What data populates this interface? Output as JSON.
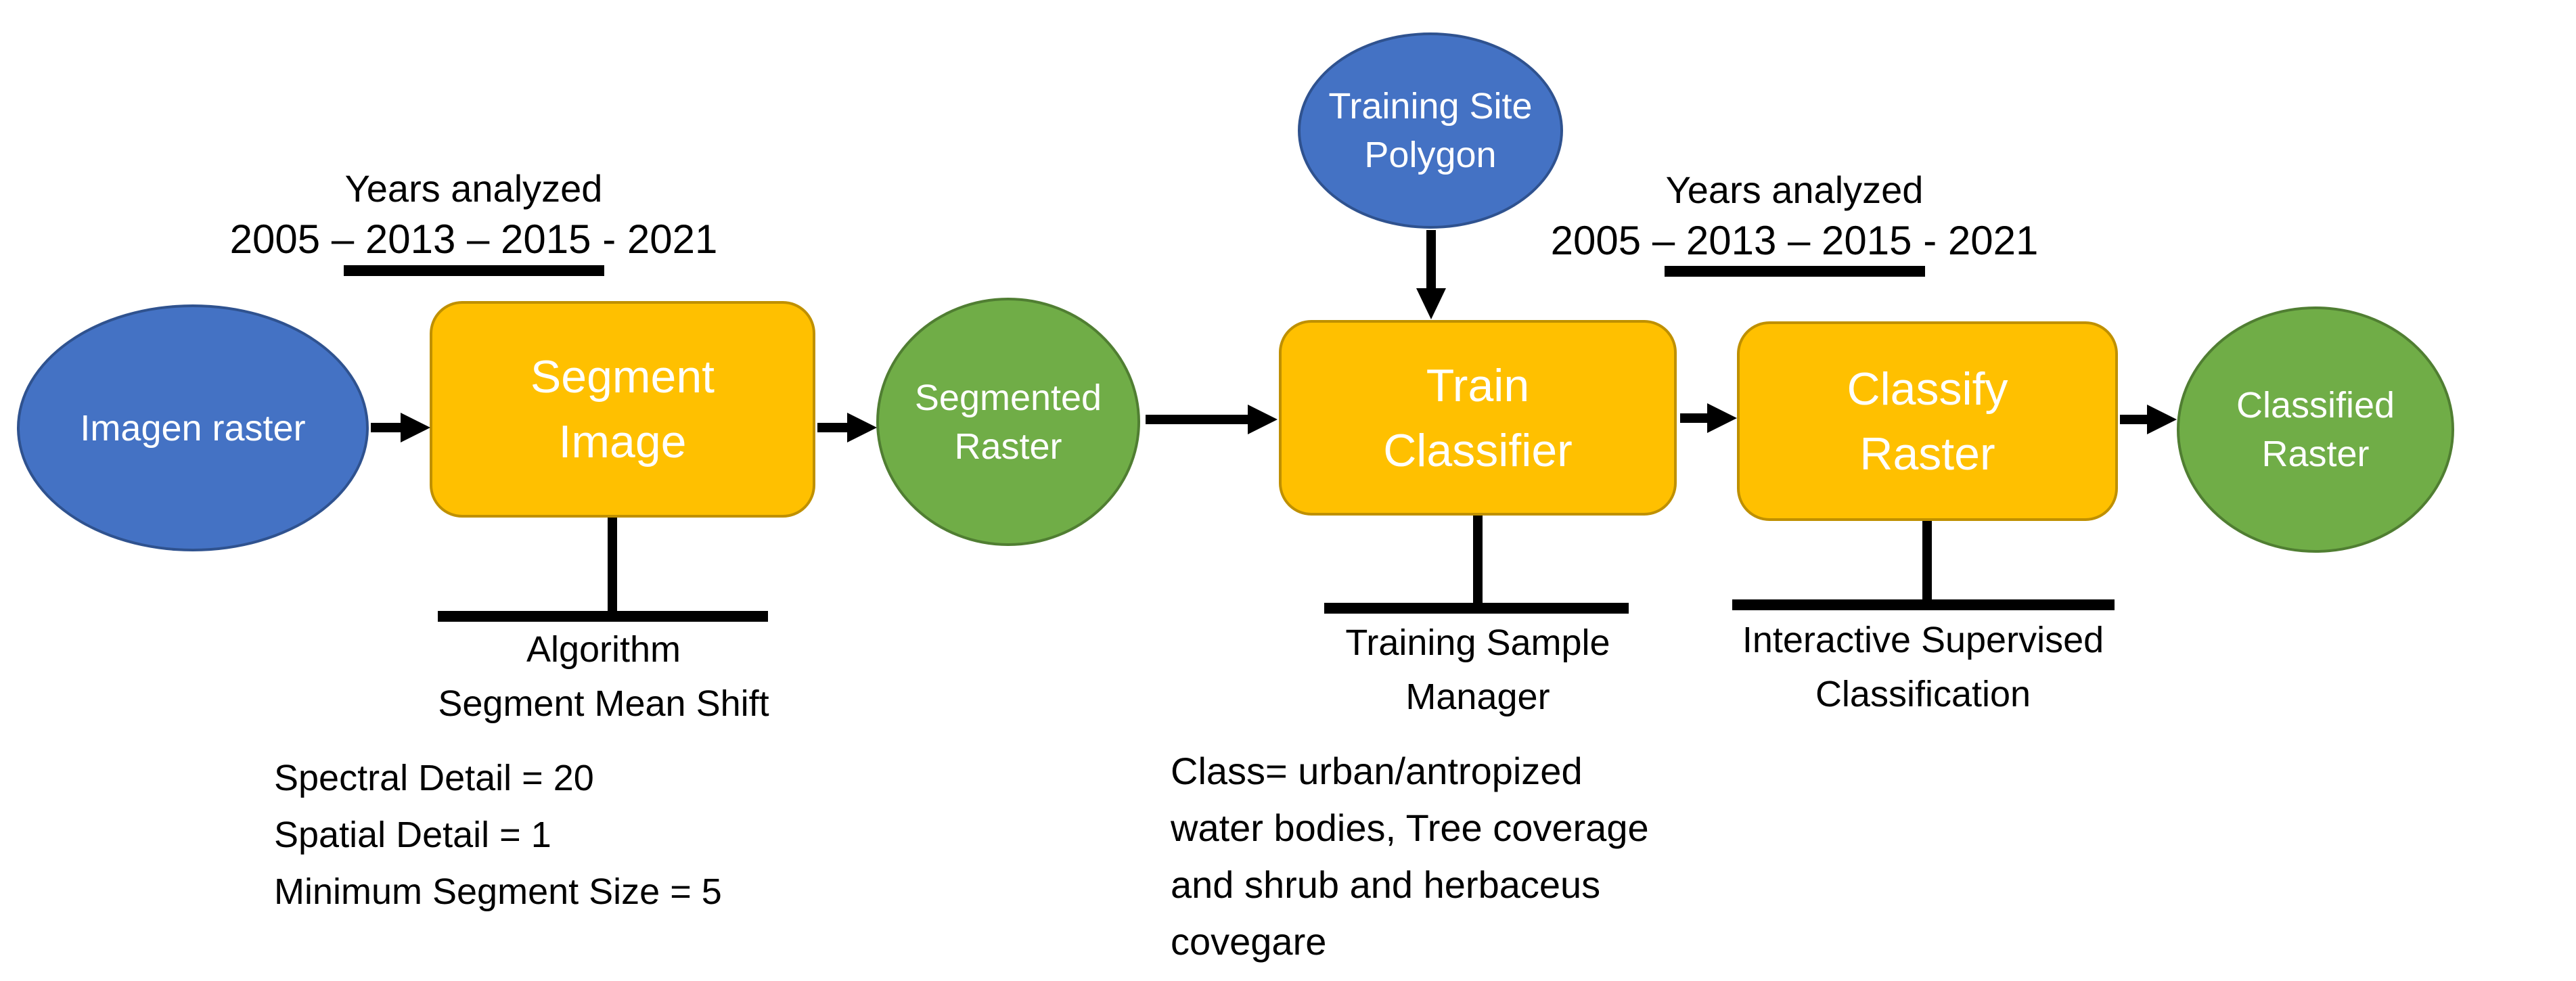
{
  "diagram": {
    "nodes": {
      "imagen_raster": {
        "label": "Imagen raster"
      },
      "segment_image": {
        "label_line1": "Segment",
        "label_line2": "Image"
      },
      "segmented_raster": {
        "label_line1": "Segmented",
        "label_line2": "Raster"
      },
      "training_site_polygon": {
        "label_line1": "Training Site",
        "label_line2": "Polygon"
      },
      "train_classifier": {
        "label_line1": "Train",
        "label_line2": "Classifier"
      },
      "classify_raster": {
        "label_line1": "Classify",
        "label_line2": "Raster"
      },
      "classified_raster": {
        "label_line1": "Classified",
        "label_line2": "Raster"
      }
    },
    "annotations": {
      "years_left": {
        "title": "Years analyzed",
        "years": "2005 – 2013 – 2015 - 2021"
      },
      "years_right": {
        "title": "Years analyzed",
        "years": "2005 – 2013 – 2015 - 2021"
      },
      "segment_tool": {
        "line1": "Algorithm",
        "line2": "Segment Mean Shift"
      },
      "segment_params": [
        "Spectral Detail = 20",
        "Spatial Detail = 1",
        "Minimum Segment Size = 5"
      ],
      "train_tool": {
        "line1": "Training Sample",
        "line2": "Manager"
      },
      "train_classes": [
        "Class= urban/antropized",
        "water bodies, Tree coverage",
        "and shrub and herbaceus",
        "covegare"
      ],
      "classify_tool": {
        "line1": "Interactive Supervised",
        "line2": "Classification"
      }
    },
    "colors": {
      "blue_fill": "#4472C4",
      "blue_border": "#2F528F",
      "green_fill": "#70AD47",
      "green_border": "#507E32",
      "gold_fill": "#FFC000",
      "gold_border": "#BF9000",
      "line": "#000000",
      "shape_text": "#FFFFFF",
      "text": "#000000"
    }
  }
}
